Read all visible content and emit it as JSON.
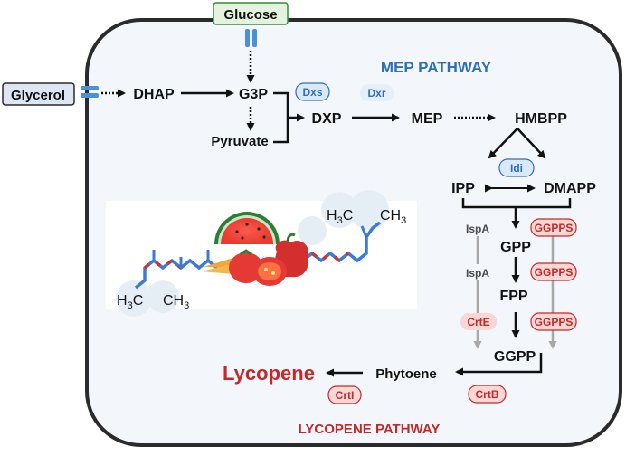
{
  "inputs": {
    "glucose": "Glucose",
    "glycerol": "Glycerol"
  },
  "pathways": {
    "mep": "MEP PATHWAY",
    "lycopene": "LYCOPENE PATHWAY"
  },
  "metabolites": {
    "dhap": "DHAP",
    "g3p": "G3P",
    "pyruvate": "Pyruvate",
    "dxp": "DXP",
    "mep": "MEP",
    "hmbpp": "HMBPP",
    "ipp": "IPP",
    "dmapp": "DMAPP",
    "gpp": "GPP",
    "fpp": "FPP",
    "ggpp": "GGPP",
    "phytoene": "Phytoene",
    "lycopene": "Lycopene"
  },
  "enzymes": {
    "dxs": "Dxs",
    "dxr": "Dxr",
    "idi": "Idi",
    "ispa_1": "IspA",
    "ispa_2": "IspA",
    "crte": "CrtE",
    "ggpps_1": "GGPPS",
    "ggpps_2": "GGPPS",
    "ggpps_3": "GGPPS",
    "crtb": "CrtB",
    "crti": "CrtI"
  },
  "molecule": {
    "methyl_left_c": "H",
    "methyl_left_sub": "3",
    "methyl_left_tail": "C",
    "methyl_right_a": "CH",
    "methyl_right_sub": "3",
    "methyl2_left_c": "H",
    "methyl2_left_sub": "3",
    "methyl2_left_tail": "C",
    "methyl2_right_a": "CH",
    "methyl2_right_sub": "3"
  },
  "colors": {
    "cell_fill": "#f3f7fc",
    "cell_stroke": "#2b2b2b",
    "pathway_blue": "#2f6fb8",
    "pathway_red": "#c62828",
    "badge_blue_fill": "#dbe9f7",
    "badge_red_fill": "#f8d7d5",
    "glucose_fill": "#e4f3df",
    "glycerol_fill": "#dde6f4",
    "transporter": "#4a90d9",
    "gray_arrow": "#a8a8a8"
  }
}
